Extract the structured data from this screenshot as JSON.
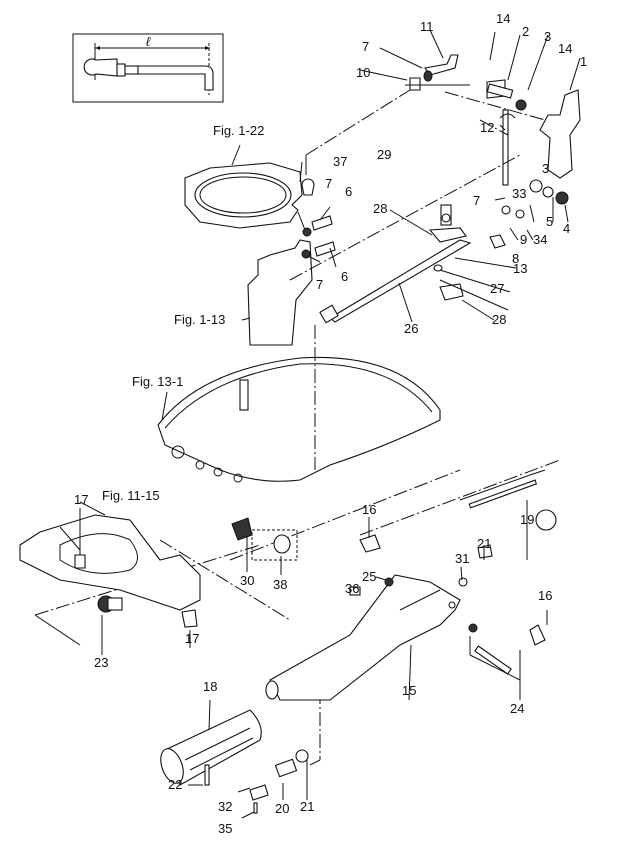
{
  "title": "Exploded parts diagram - steering handle / throttle linkage",
  "inset": {
    "dimension_symbol": "ℓ"
  },
  "figure_refs": [
    {
      "id": "fig-1-22",
      "text": "Fig. 1-22"
    },
    {
      "id": "fig-1-13",
      "text": "Fig. 1-13"
    },
    {
      "id": "fig-13-1",
      "text": "Fig. 13-1"
    },
    {
      "id": "fig-11-15",
      "text": "Fig. 11-15"
    }
  ],
  "callouts": [
    {
      "num": "1"
    },
    {
      "num": "2"
    },
    {
      "num": "3"
    },
    {
      "num": "3"
    },
    {
      "num": "4"
    },
    {
      "num": "5"
    },
    {
      "num": "6"
    },
    {
      "num": "6"
    },
    {
      "num": "7"
    },
    {
      "num": "7"
    },
    {
      "num": "7"
    },
    {
      "num": "7"
    },
    {
      "num": "8"
    },
    {
      "num": "9"
    },
    {
      "num": "10"
    },
    {
      "num": "11"
    },
    {
      "num": "12"
    },
    {
      "num": "13"
    },
    {
      "num": "14"
    },
    {
      "num": "14"
    },
    {
      "num": "15"
    },
    {
      "num": "16"
    },
    {
      "num": "16"
    },
    {
      "num": "17"
    },
    {
      "num": "17"
    },
    {
      "num": "18"
    },
    {
      "num": "19"
    },
    {
      "num": "20"
    },
    {
      "num": "21"
    },
    {
      "num": "21"
    },
    {
      "num": "22"
    },
    {
      "num": "23"
    },
    {
      "num": "24"
    },
    {
      "num": "25"
    },
    {
      "num": "26"
    },
    {
      "num": "27"
    },
    {
      "num": "28"
    },
    {
      "num": "28"
    },
    {
      "num": "29"
    },
    {
      "num": "30"
    },
    {
      "num": "31"
    },
    {
      "num": "32"
    },
    {
      "num": "33"
    },
    {
      "num": "34"
    },
    {
      "num": "35"
    },
    {
      "num": "36"
    },
    {
      "num": "37"
    },
    {
      "num": "38"
    }
  ]
}
